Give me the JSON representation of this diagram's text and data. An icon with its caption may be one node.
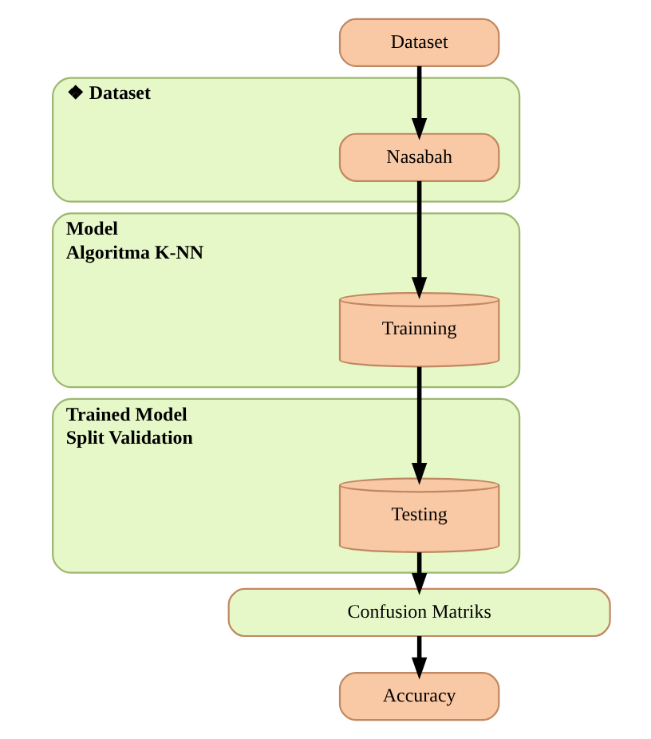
{
  "diagram": {
    "nodes": [
      {
        "text": [
          "Dataset"
        ]
      },
      {
        "text": [
          "❖ Dataset"
        ]
      },
      {
        "text": [
          "Nasabah"
        ],
        "in": 1
      },
      {
        "text": [
          "Model",
          "Algoritma K-NN"
        ]
      },
      {
        "text": [
          "Trainning"
        ],
        "in": 3
      },
      {
        "text": [
          "Trained Model",
          "Split Validation"
        ]
      },
      {
        "text": [
          "Testing"
        ],
        "in": 5
      },
      {
        "text": [
          "Confusion Matriks"
        ]
      },
      {
        "text": [
          "Accuracy"
        ]
      }
    ],
    "edges": [
      {
        "from": 0,
        "to": 2,
        "arrow": "to"
      },
      {
        "from": 2,
        "to": 4,
        "arrow": "to"
      },
      {
        "from": 4,
        "to": 6,
        "arrow": "to"
      },
      {
        "from": 6,
        "to": 7,
        "arrow": "to"
      },
      {
        "from": 7,
        "to": 8,
        "arrow": "to"
      }
    ]
  }
}
